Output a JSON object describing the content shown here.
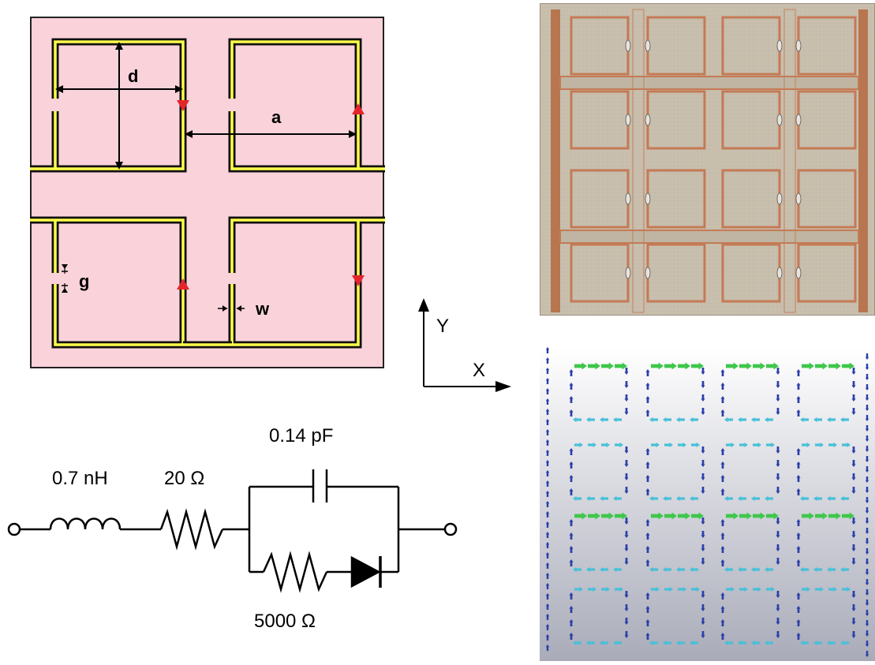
{
  "unit_cell": {
    "labels": {
      "d": "d",
      "a": "a",
      "g": "g",
      "w": "w"
    },
    "colors": {
      "substrate": "#fad2da",
      "trace": "#ffff4a",
      "outline": "#000000",
      "arrow": "#e4252b"
    }
  },
  "axes": {
    "x_label": "X",
    "y_label": "Y"
  },
  "circuit": {
    "inductor_label": "0.7 nH",
    "resistor_label": "20 Ω",
    "capacitor_label": "0.14 pF",
    "shunt_resistor_label": "5000 Ω"
  },
  "photo": {
    "colors": {
      "board": "#c9bfae",
      "copper": "#c47a55",
      "strip": "#b7764f"
    }
  },
  "simulation": {
    "colors": {
      "background_top": "#ffffff",
      "background_bottom": "#a9abb9",
      "arrow_strong": "#3ec74a",
      "arrow_mid": "#48c0d8",
      "arrow_weak": "#2b3fa8"
    }
  }
}
